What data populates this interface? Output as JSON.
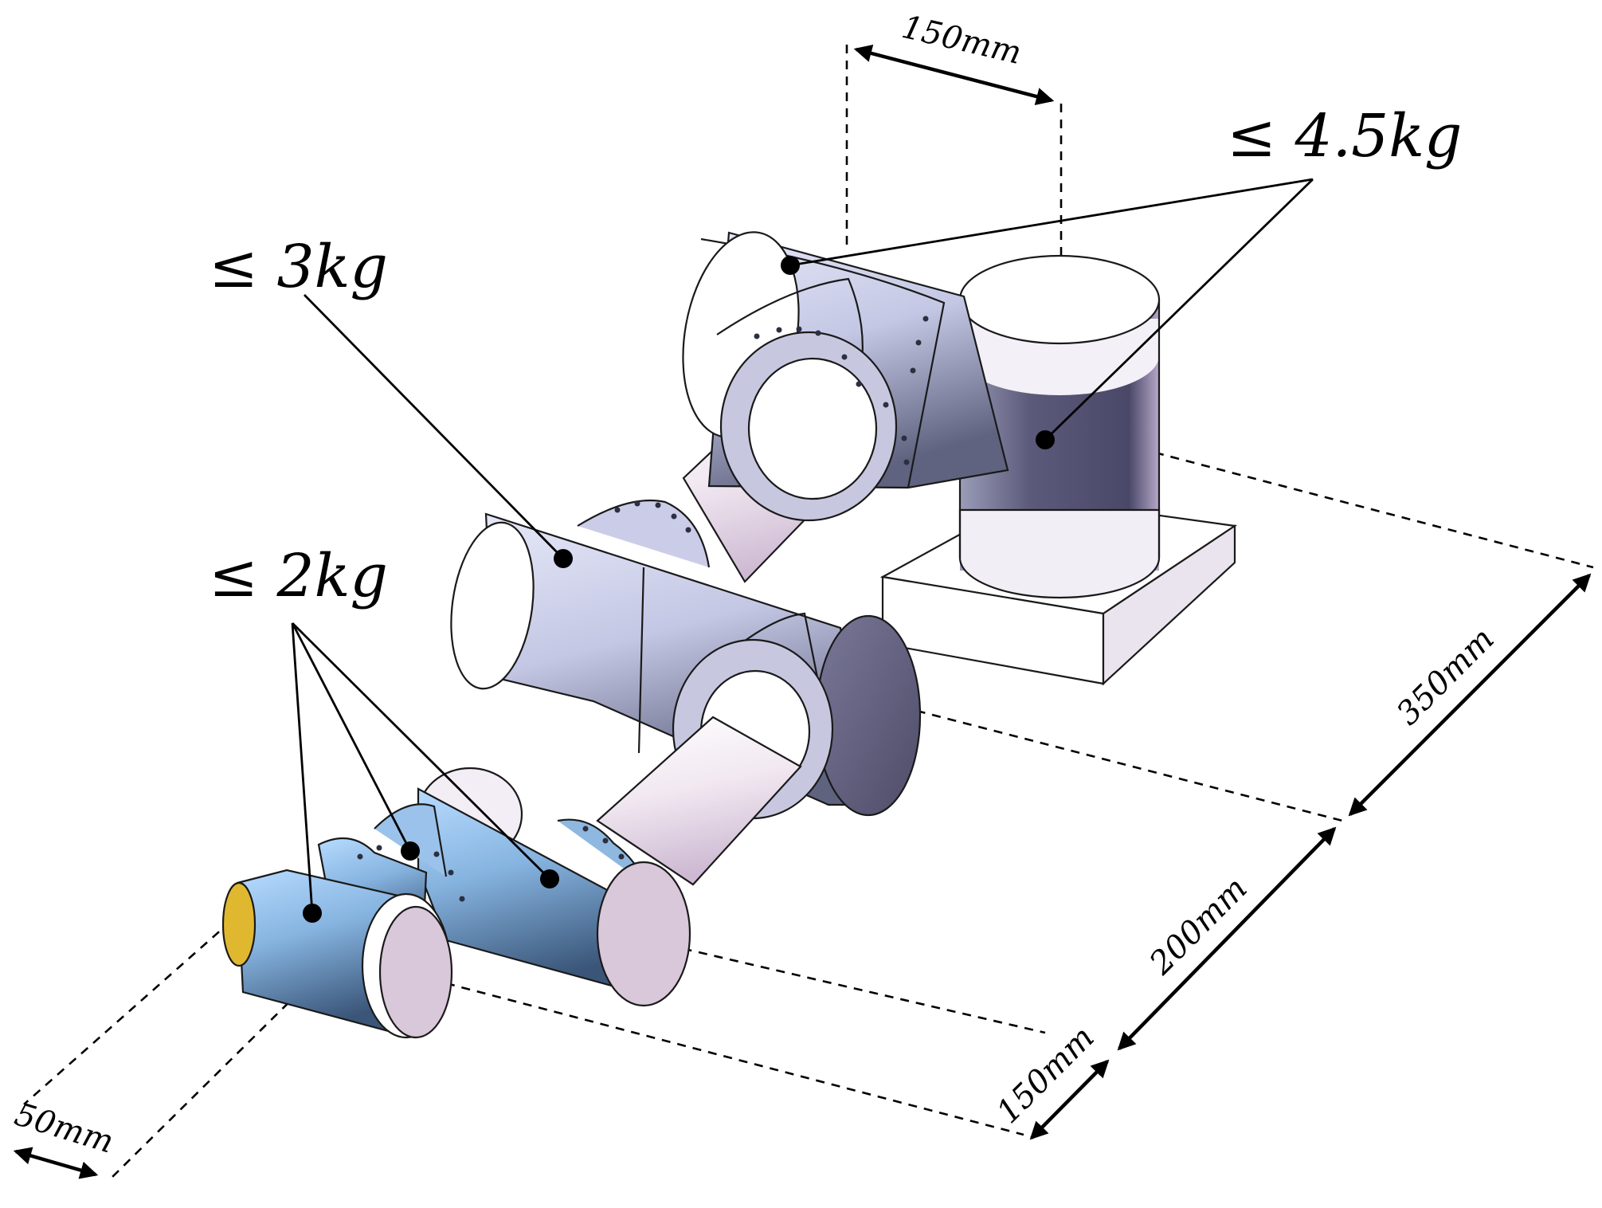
{
  "labels": {
    "mass_base": "≤ 4.5kg",
    "mass_elbow": "≤ 3kg",
    "mass_wrist": "≤ 2kg"
  },
  "dimensions": {
    "top_offset": "150mm",
    "link_long": "350mm",
    "link_mid": "200mm",
    "link_short": "150mm",
    "tool_offset": "50mm"
  },
  "colors": {
    "base_joint": "#c9cbe6",
    "base_motor": "#5a5878",
    "elbow_joint": "#c3c6e2",
    "wrist_joints": "#8db8e4",
    "link_tube": "#efe6ef",
    "end_cap": "#d8c7da",
    "base_plate": "#ffffff",
    "tool_flange": "#e0b830"
  }
}
